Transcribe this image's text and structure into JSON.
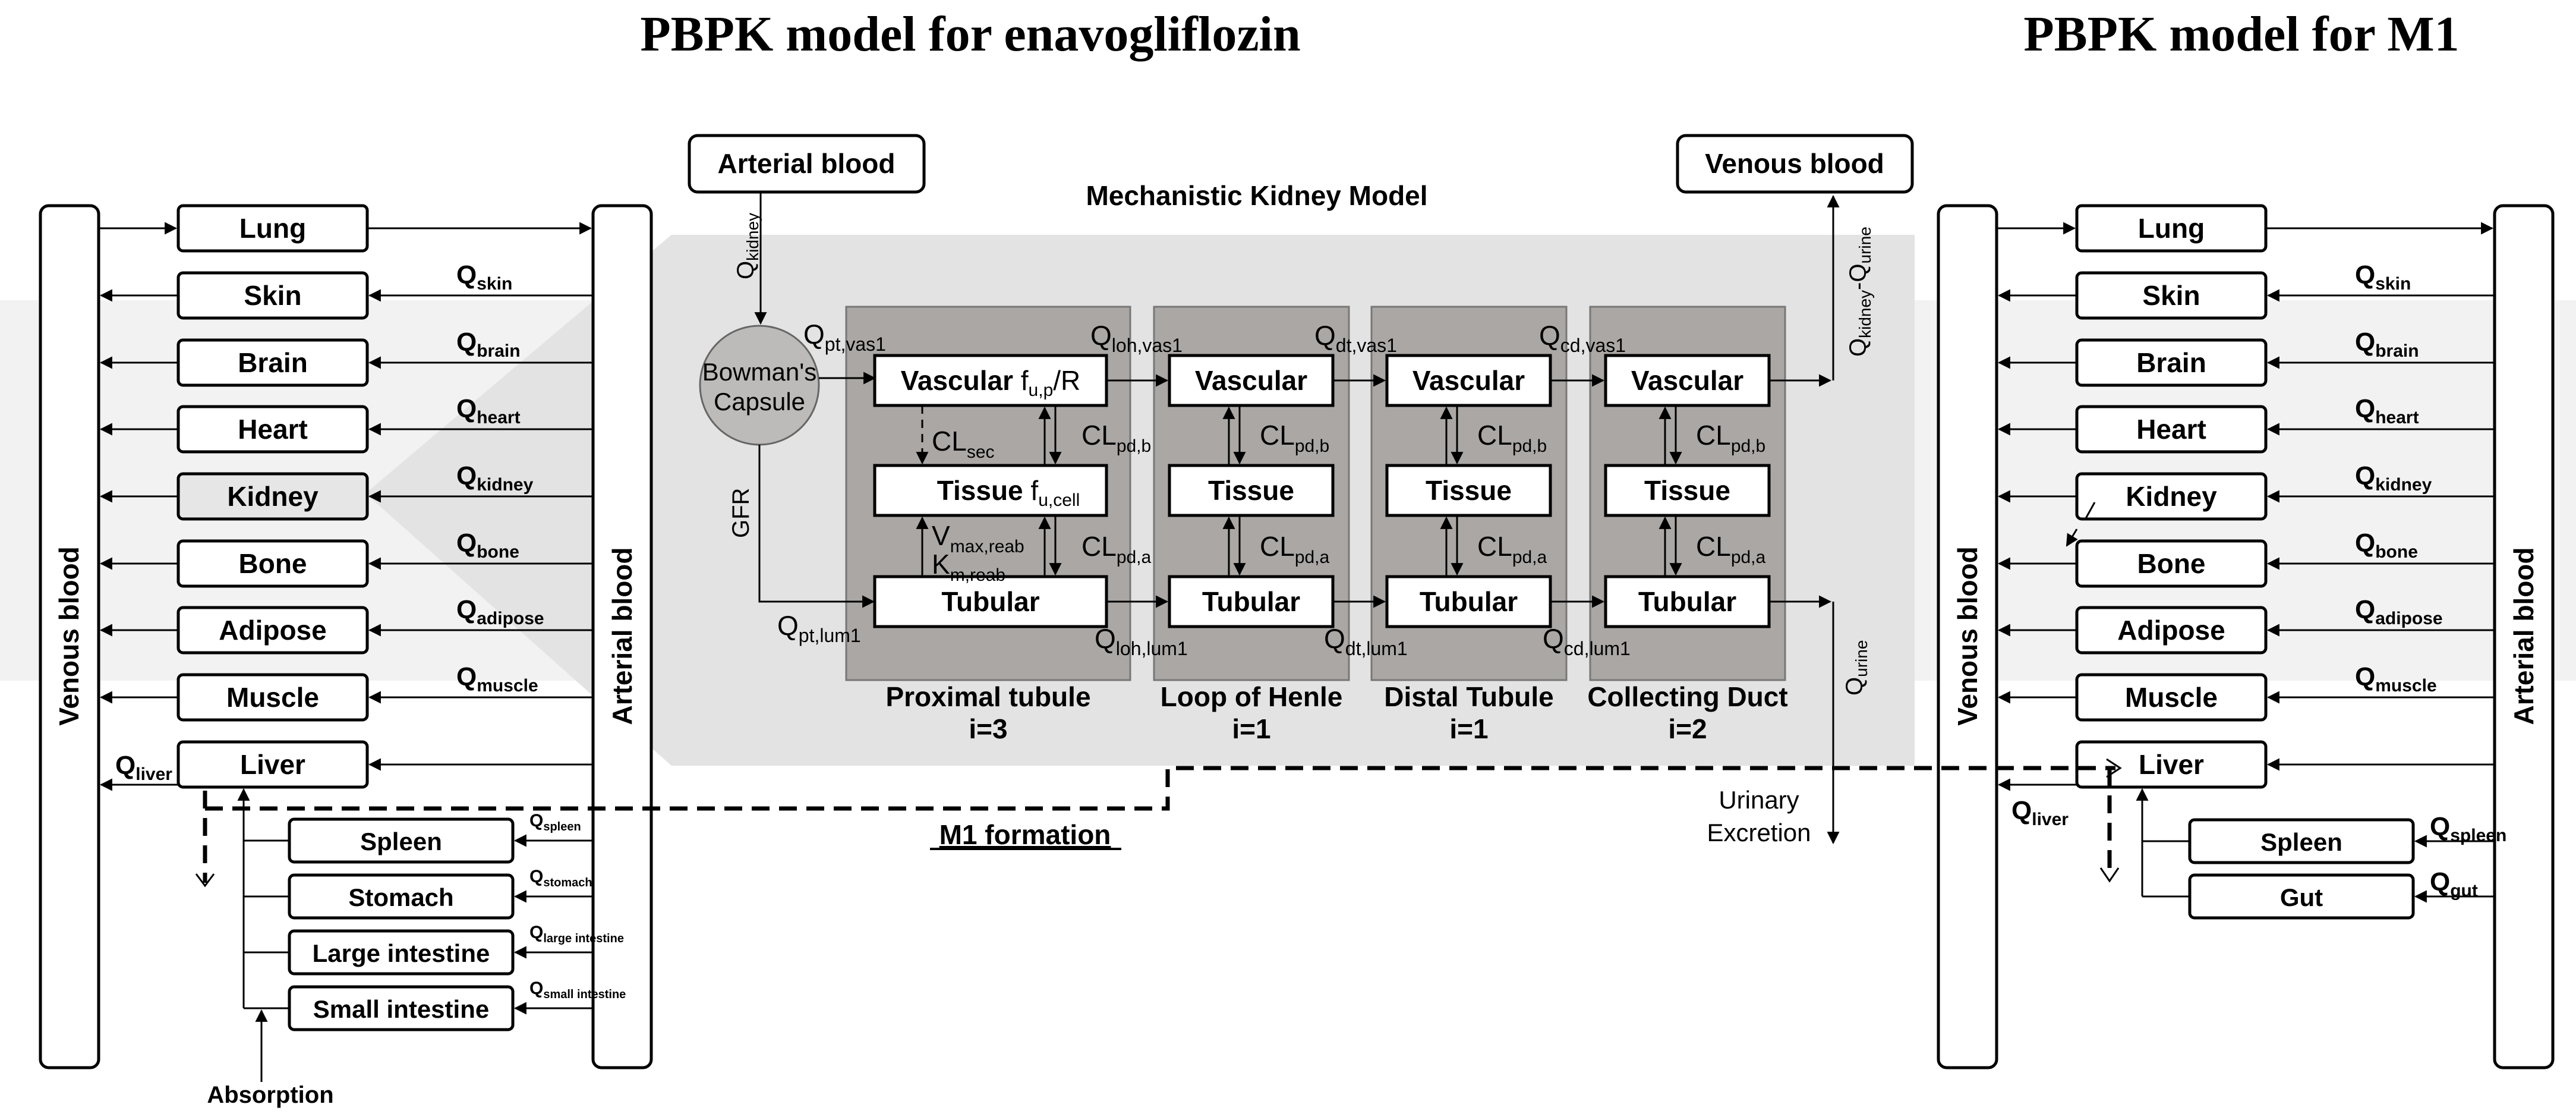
{
  "titles": {
    "main": "PBPK model for enavogliflozin",
    "m1": "PBPK model for M1"
  },
  "left": {
    "venous": "Venous blood",
    "arterial": "Arterial blood",
    "organs": [
      "Lung",
      "Skin",
      "Brain",
      "Heart",
      "Kidney",
      "Bone",
      "Adipose",
      "Muscle",
      "Liver"
    ],
    "flows": [
      {
        "q": "Q",
        "sub": "skin"
      },
      {
        "q": "Q",
        "sub": "brain"
      },
      {
        "q": "Q",
        "sub": "heart"
      },
      {
        "q": "Q",
        "sub": "kidney"
      },
      {
        "q": "Q",
        "sub": "bone"
      },
      {
        "q": "Q",
        "sub": "adipose"
      },
      {
        "q": "Q",
        "sub": "muscle"
      }
    ],
    "liver_flow": {
      "q": "Q",
      "sub": "liver"
    },
    "gut_organs": [
      "Spleen",
      "Stomach",
      "Large intestine",
      "Small intestine"
    ],
    "gut_flows": [
      {
        "q": "Q",
        "sub": "spleen"
      },
      {
        "q": "Q",
        "sub": "stomach"
      },
      {
        "q": "Q",
        "sub": "large intestine"
      },
      {
        "q": "Q",
        "sub": "small intestine"
      }
    ],
    "absorption": "Absorption"
  },
  "kidney_model": {
    "title": "Mechanistic Kidney Model",
    "arterial": "Arterial blood",
    "venous": "Venous blood",
    "q_kidney": {
      "q": "Q",
      "sub": "kidney"
    },
    "q_out": {
      "q1": "Q",
      "sub1": "kidney",
      "dash": "-",
      "q2": "Q",
      "sub2": "urine"
    },
    "q_urine": {
      "q": "Q",
      "sub": "urine"
    },
    "bowman": [
      "Bowman's",
      "Capsule"
    ],
    "gfr": "GFR",
    "urinary": [
      "Urinary",
      "Excretion"
    ],
    "m1_formation": "M1 formation",
    "pt": {
      "vascular": "Vascular",
      "vascular_f": "f",
      "vascular_fsub": "u,p",
      "vascular_r": "/R",
      "tissue": "Tissue",
      "tissue_f": "f",
      "tissue_fsub": "u,cell",
      "tubular": "Tubular",
      "cl_sec": {
        "t": "CL",
        "sub": "sec"
      },
      "cl_pdb": {
        "t": "CL",
        "sub": "pd,b"
      },
      "cl_pda": {
        "t": "CL",
        "sub": "pd,a"
      },
      "vmax": {
        "t": "V",
        "sub": "max,reab"
      },
      "km": {
        "t": "K",
        "sub": "m,reab"
      },
      "q_vas": {
        "q": "Q",
        "sub": "pt,vas1"
      },
      "q_lum": {
        "q": "Q",
        "sub": "pt,lum1"
      },
      "name": "Proximal tubule",
      "i": "i=3"
    },
    "segments": [
      {
        "vascular": "Vascular",
        "tissue": "Tissue",
        "tubular": "Tubular",
        "cl_b": {
          "t": "CL",
          "sub": "pd,b"
        },
        "cl_a": {
          "t": "CL",
          "sub": "pd,a"
        },
        "q_vas": {
          "q": "Q",
          "sub": "loh,vas1"
        },
        "q_lum": {
          "q": "Q",
          "sub": "loh,lum1"
        },
        "name": "Loop of Henle",
        "i": "i=1"
      },
      {
        "vascular": "Vascular",
        "tissue": "Tissue",
        "tubular": "Tubular",
        "cl_b": {
          "t": "CL",
          "sub": "pd,b"
        },
        "cl_a": {
          "t": "CL",
          "sub": "pd,a"
        },
        "q_vas": {
          "q": "Q",
          "sub": "dt,vas1"
        },
        "q_lum": {
          "q": "Q",
          "sub": "dt,lum1"
        },
        "name": "Distal Tubule",
        "i": "i=1"
      },
      {
        "vascular": "Vascular",
        "tissue": "Tissue",
        "tubular": "Tubular",
        "cl_b": {
          "t": "CL",
          "sub": "pd,b"
        },
        "cl_a": {
          "t": "CL",
          "sub": "pd,a"
        },
        "q_vas": {
          "q": "Q",
          "sub": "cd,vas1"
        },
        "q_lum": {
          "q": "Q",
          "sub": "cd,lum1"
        },
        "name": "Collecting Duct",
        "i": "i=2"
      }
    ]
  },
  "right": {
    "venous": "Venous blood",
    "arterial": "Arterial blood",
    "organs": [
      "Lung",
      "Skin",
      "Brain",
      "Heart",
      "Kidney",
      "Bone",
      "Adipose",
      "Muscle",
      "Liver"
    ],
    "flows": [
      {
        "q": "Q",
        "sub": "skin"
      },
      {
        "q": "Q",
        "sub": "brain"
      },
      {
        "q": "Q",
        "sub": "heart"
      },
      {
        "q": "Q",
        "sub": "kidney"
      },
      {
        "q": "Q",
        "sub": "bone"
      },
      {
        "q": "Q",
        "sub": "adipose"
      },
      {
        "q": "Q",
        "sub": "muscle"
      }
    ],
    "liver_flow": {
      "q": "Q",
      "sub": "liver"
    },
    "gut_organs": [
      "Spleen",
      "Gut"
    ],
    "gut_flows": [
      {
        "q": "Q",
        "sub": "spleen"
      },
      {
        "q": "Q",
        "sub": "gut"
      }
    ]
  }
}
